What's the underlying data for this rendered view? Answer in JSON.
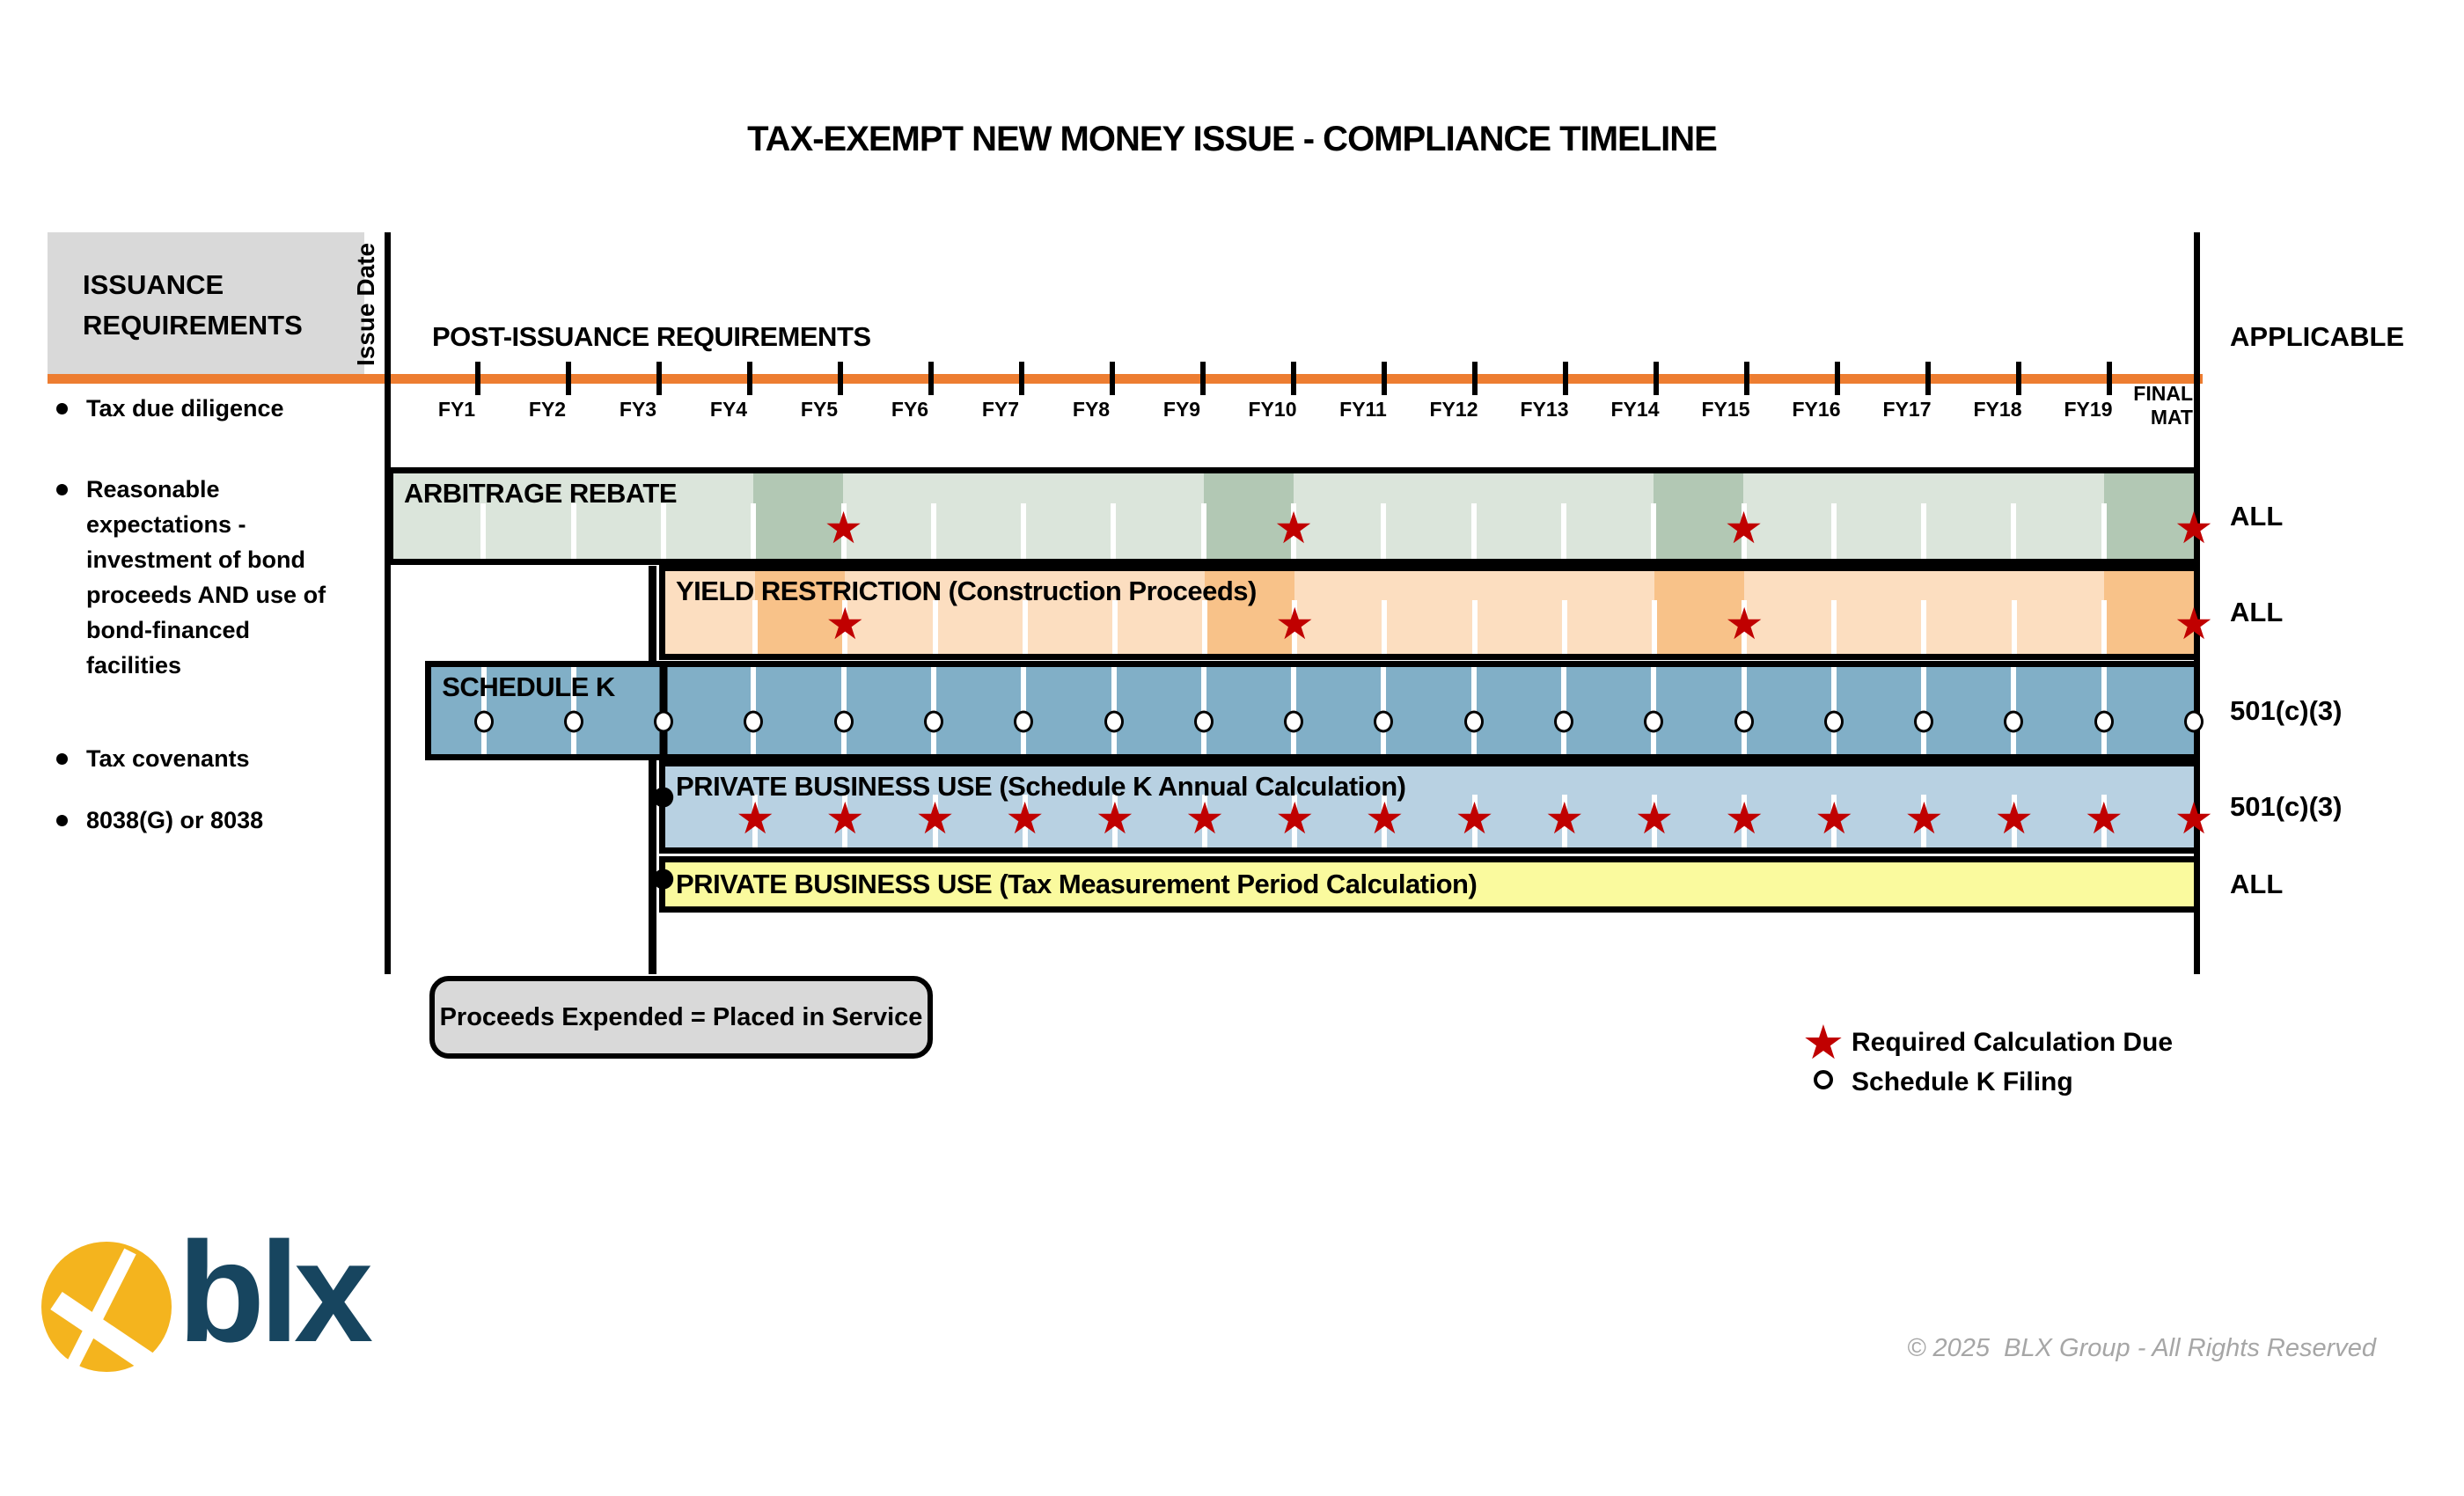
{
  "title": "TAX-EXEMPT NEW MONEY ISSUE - COMPLIANCE TIMELINE",
  "issuance": {
    "header": "ISSUANCE REQUIREMENTS",
    "items": [
      "Tax due diligence",
      "Reasonable expectations - investment of bond proceeds AND use of bond-financed facilities",
      "Tax covenants",
      "8038(G) or 8038"
    ]
  },
  "timeline": {
    "issue_date_label": "Issue Date",
    "post_issuance_header": "POST-ISSUANCE REQUIREMENTS",
    "applicable_header": "APPLICABLE",
    "fiscal_years": [
      "FY1",
      "FY2",
      "FY3",
      "FY4",
      "FY5",
      "FY6",
      "FY7",
      "FY8",
      "FY9",
      "FY10",
      "FY11",
      "FY12",
      "FY13",
      "FY14",
      "FY15",
      "FY16",
      "FY17",
      "FY18",
      "FY19"
    ],
    "final_maturity_label_lines": [
      "FINAL",
      "MAT"
    ],
    "axis_color": "#ED7D31"
  },
  "bars": [
    {
      "id": "arbitrage-rebate",
      "label": "ARBITRAGE REBATE",
      "applicable": "ALL",
      "start_frac": 0,
      "fill": "#DBE5DB",
      "shade": "#B2C8B4",
      "shade_years": [
        5,
        10,
        15,
        20
      ],
      "tick_years": [
        1,
        2,
        3,
        4,
        5,
        6,
        7,
        8,
        9,
        10,
        11,
        12,
        13,
        14,
        15,
        16,
        17,
        18,
        19
      ],
      "star_years": [
        5,
        10,
        15,
        20
      ]
    },
    {
      "id": "yield-restriction",
      "label": "YIELD RESTRICTION (Construction Proceeds)",
      "applicable": "ALL",
      "start_frac": 0.15,
      "fill": "#FCDEC0",
      "shade": "#F8C289",
      "shade_years": [
        5,
        10,
        15,
        20
      ],
      "tick_years": [
        4,
        5,
        6,
        7,
        8,
        9,
        10,
        11,
        12,
        13,
        14,
        15,
        16,
        17,
        18,
        19
      ],
      "star_years": [
        5,
        10,
        15,
        20
      ]
    },
    {
      "id": "schedule-k",
      "label": "SCHEDULE K",
      "applicable": "501(c)(3)",
      "start_frac": 0.021,
      "fill": "#81AFC7",
      "tick_years": [
        1,
        2,
        3,
        4,
        5,
        6,
        7,
        8,
        9,
        10,
        11,
        12,
        13,
        14,
        15,
        16,
        17,
        18,
        19
      ],
      "circle_years": [
        1,
        2,
        3,
        4,
        5,
        6,
        7,
        8,
        9,
        10,
        11,
        12,
        13,
        14,
        15,
        16,
        17,
        18,
        19,
        20
      ],
      "divider_year": 3,
      "full_height_ticks": true
    },
    {
      "id": "pbu-annual",
      "label": "PRIVATE BUSINESS USE (Schedule K Annual Calculation)",
      "applicable": "501(c)(3)",
      "start_frac": 0.15,
      "fill": "#B8D1E2",
      "tick_years": [
        4,
        5,
        6,
        7,
        8,
        9,
        10,
        11,
        12,
        13,
        14,
        15,
        16,
        17,
        18,
        19
      ],
      "star_years": [
        4,
        5,
        6,
        7,
        8,
        9,
        10,
        11,
        12,
        13,
        14,
        15,
        16,
        17,
        18,
        19,
        20
      ],
      "left_dot": true
    },
    {
      "id": "pbu-tax",
      "label": "PRIVATE BUSINESS USE (Tax Measurement Period Calculation)",
      "applicable": "ALL",
      "start_frac": 0.15,
      "fill": "#FAFA9E",
      "left_dot": true,
      "label_vcenter": true
    }
  ],
  "callout": {
    "text": "Proceeds Expended = Placed in Service"
  },
  "legend": {
    "items": [
      {
        "symbol": "star",
        "label": "Required Calculation Due"
      },
      {
        "symbol": "circle",
        "label": "Schedule K Filing"
      }
    ]
  },
  "branding": {
    "logo_text": "blx",
    "copyright": "© 2025  BLX Group - All Rights Reserved"
  },
  "icons": {
    "star": "★"
  },
  "colors": {
    "axis_orange": "#ED7D31",
    "star_red": "#C00000",
    "gray_box": "#D9D9D9",
    "logo_yellow": "#F4B41E",
    "logo_navy": "#17455F",
    "copyright_gray": "#A6A6A6"
  }
}
